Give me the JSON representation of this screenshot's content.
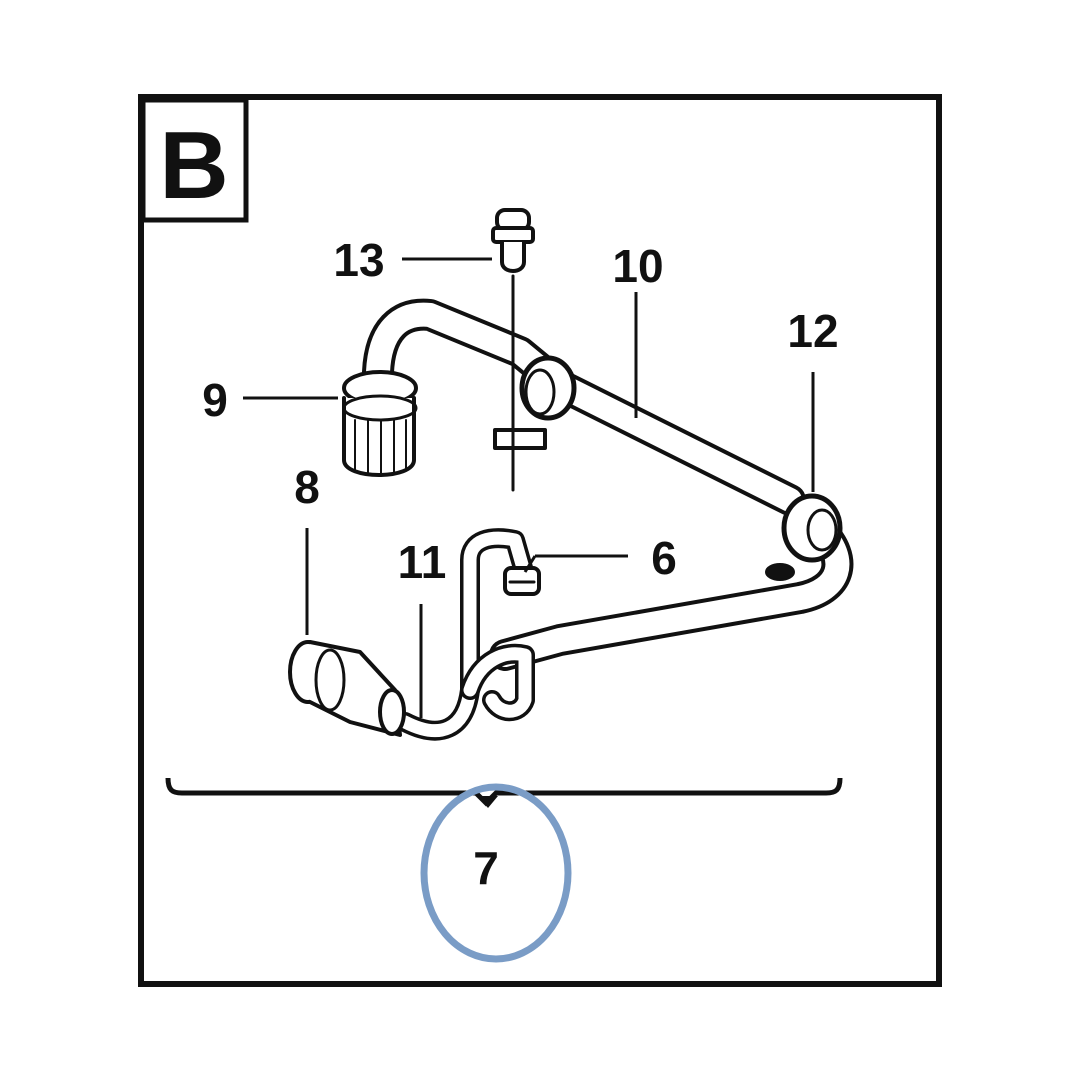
{
  "diagram": {
    "section_label": "B",
    "assembly_number": "7",
    "part_labels": {
      "p6": "6",
      "p8": "8",
      "p9": "9",
      "p10": "10",
      "p11": "11",
      "p12": "12",
      "p13": "13"
    },
    "highlight_color": "#7a9cc6",
    "line_color": "#111111"
  }
}
